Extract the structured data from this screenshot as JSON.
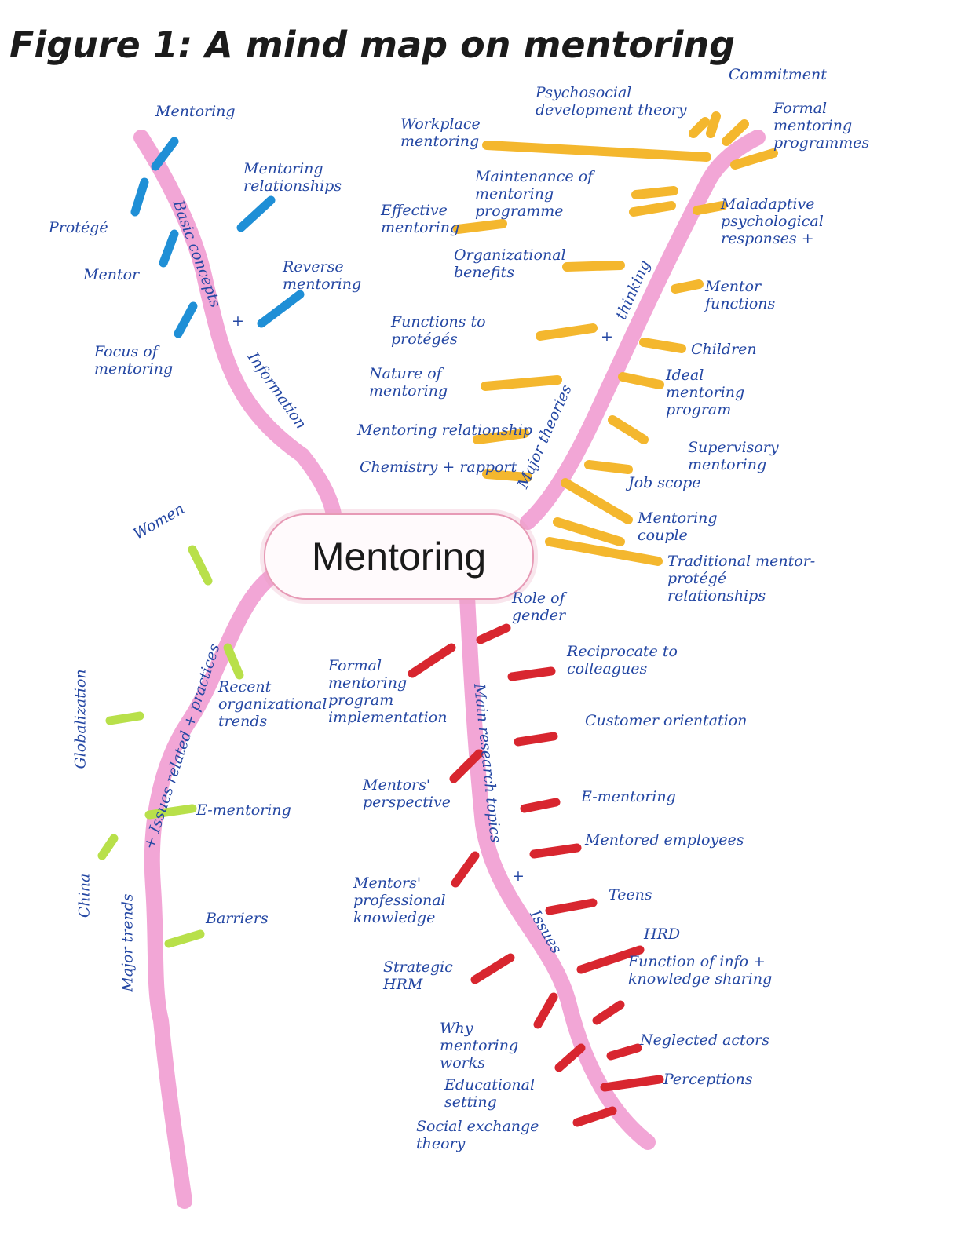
{
  "title": "Figure 1: A mind map on mentoring",
  "center": "Mentoring",
  "colors": {
    "trunk": "#f2a6d6",
    "basic": "#1f8fd6",
    "theories": "#f4b72e",
    "research": "#d8262f",
    "trends": "#b8e04a",
    "ink": "#2447a3"
  },
  "branches": {
    "basic": {
      "label_a": "Basic concepts",
      "plus": "+",
      "label_b": "Information",
      "items": [
        "Mentoring",
        "Mentoring relationships",
        "Protégé",
        "Mentor",
        "Reverse mentoring",
        "Focus of mentoring"
      ]
    },
    "theories": {
      "label_a": "Major theories",
      "plus": "+",
      "label_b": "thinking",
      "left_items": [
        "Workplace mentoring",
        "Psychosocial development theory",
        "Maintenance of mentoring programme",
        "Effective mentoring",
        "Organizational benefits",
        "Functions to protégés",
        "Nature of mentoring",
        "Mentoring relationship",
        "Chemistry + rapport"
      ],
      "right_items": [
        "Commitment",
        "Formal mentoring programmes",
        "Maladaptive psychological responses +",
        "Mentor functions",
        "Children",
        "Ideal mentoring program",
        "Supervisory mentoring",
        "Job scope",
        "Mentoring couple",
        "Traditional mentor-protégé relationships"
      ]
    },
    "research": {
      "label_a": "Main research topics",
      "plus": "+",
      "label_b": "Issues",
      "left_items": [
        "Formal mentoring program implementation",
        "Mentors' perspective",
        "Mentors' professional knowledge",
        "Strategic HRM",
        "Why mentoring works",
        "Educational setting",
        "Social exchange theory"
      ],
      "right_items": [
        "Role of gender",
        "Reciprocate to colleagues",
        "Customer orientation",
        "E-mentoring",
        "Mentored employees",
        "Teens",
        "HRD",
        "Function of info + knowledge sharing",
        "Neglected actors",
        "Perceptions"
      ]
    },
    "trends": {
      "label_a": "Major trends",
      "label_b": "+ Issues related + practices",
      "items": [
        "Women",
        "Recent organizational trends",
        "Globalization",
        "E-mentoring",
        "China",
        "Barriers"
      ]
    }
  }
}
